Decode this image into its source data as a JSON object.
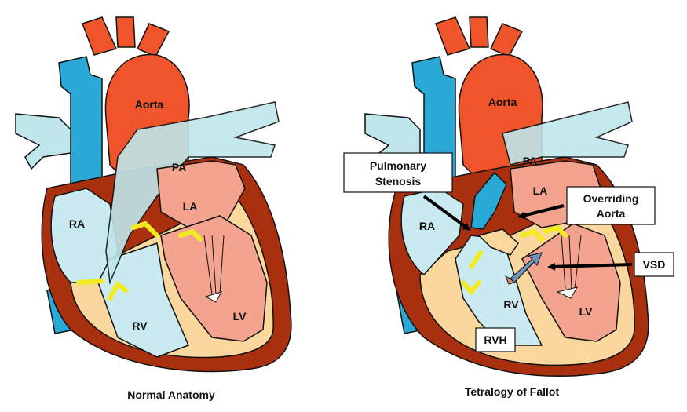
{
  "colors": {
    "aorta": "#f0542a",
    "vena_cava": "#29a9d6",
    "pulmonary": "#bfe6ea",
    "left_heart": "#f4a38f",
    "right_heart": "#c9eaf0",
    "myocardium_outer": "#a8300f",
    "myocardium": "#fad79c",
    "valve": "#f2ec1e",
    "arrow_vsd": "#d9877a"
  },
  "left_diagram": {
    "caption": "Normal Anatomy",
    "labels": {
      "aorta": "Aorta",
      "pa": "PA",
      "la": "LA",
      "ra": "RA",
      "rv": "RV",
      "lv": "LV"
    }
  },
  "right_diagram": {
    "caption": "Tetralogy of Fallot",
    "labels": {
      "aorta": "Aorta",
      "pa": "PA",
      "la": "LA",
      "ra": "RA",
      "rv": "RV",
      "lv": "LV"
    },
    "callouts": {
      "pulmonary_stenosis_line1": "Pulmonary",
      "pulmonary_stenosis_line2": "Stenosis",
      "overriding_aorta_line1": "Overriding",
      "overriding_aorta_line2": "Aorta",
      "vsd": "VSD",
      "rvh": "RVH"
    }
  }
}
